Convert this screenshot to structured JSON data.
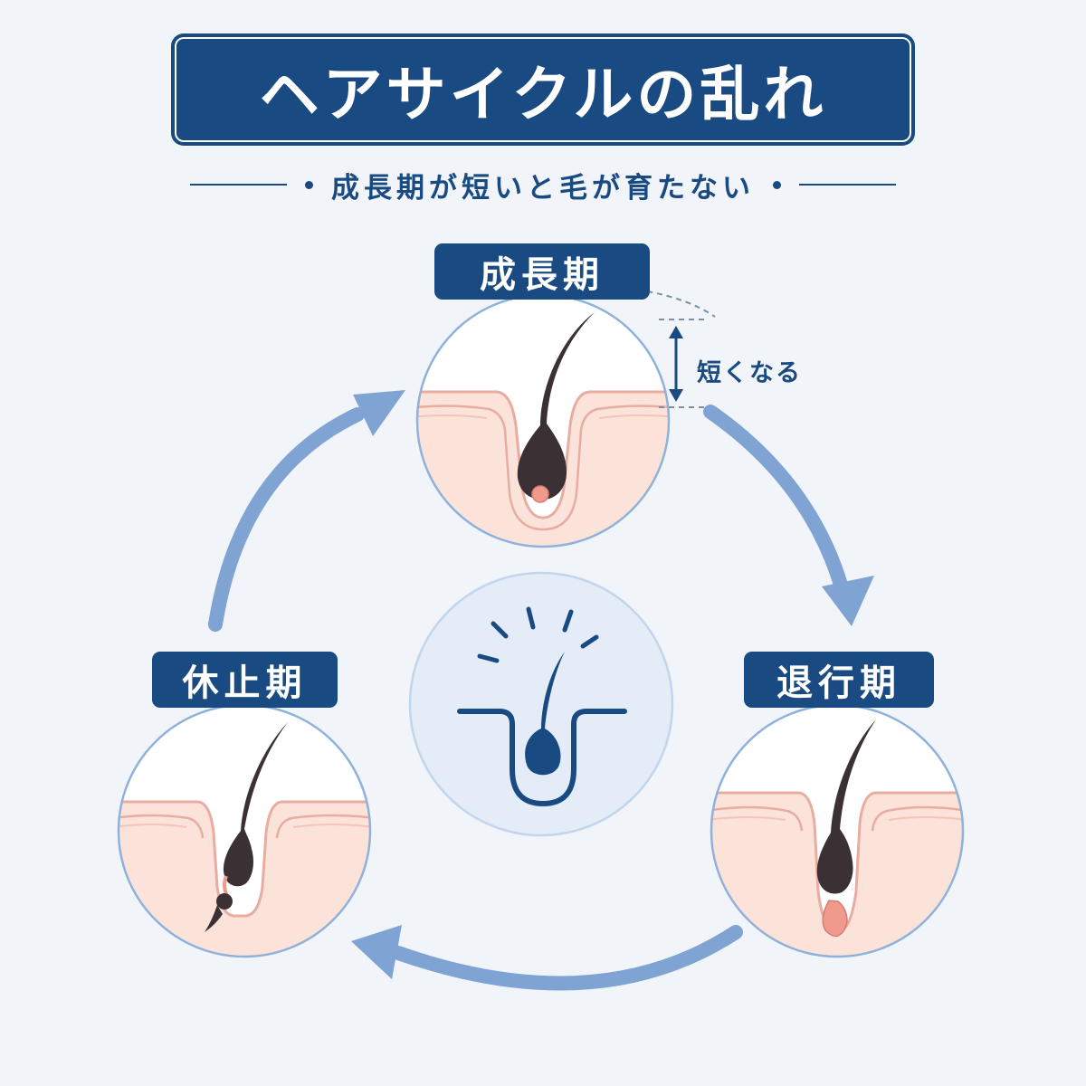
{
  "title": "ヘアサイクルの乱れ",
  "subtitle": "成長期が短いと毛が育たない",
  "phases": {
    "anagen": {
      "label": "成長期"
    },
    "catagen": {
      "label": "退行期"
    },
    "telogen": {
      "label": "休止期"
    }
  },
  "annotation": {
    "text": "短くなる"
  },
  "icons": {
    "cycle_arrows": "circular-arrow-icon",
    "center": "hair-follicle-icon",
    "length_marker": "double-arrow-icon"
  },
  "colors": {
    "navy": "#1a4a82",
    "arrow": "#7fa3d2",
    "skin": "#fbe3da",
    "skin_line": "#eba59a",
    "hair": "#3b3134",
    "background": "#f1f5fa"
  }
}
